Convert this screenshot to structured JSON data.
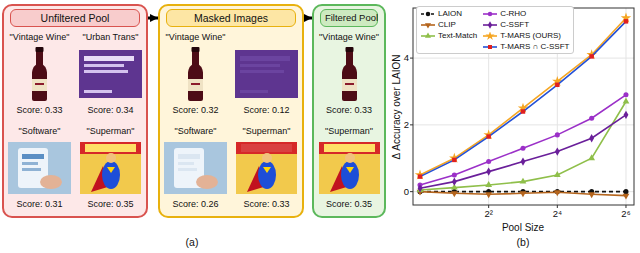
{
  "diagram": {
    "nodes": [
      {
        "text": [
          "Unfiltered Pool"
        ]
      },
      {
        "text": [
          "\"Vintage Wine\"",
          "Score: 0.33"
        ],
        "in": 0
      },
      {
        "text": [
          "\"Urban Trans\"",
          "Score: 0.34"
        ],
        "in": 0
      },
      {
        "text": [
          "\"Software\"",
          "Score: 0.31"
        ],
        "in": 0
      },
      {
        "text": [
          "\"Superman\"",
          "Score: 0.35"
        ],
        "in": 0
      },
      {
        "text": [
          "Masked Images"
        ]
      },
      {
        "text": [
          "\"Vintage Wine\"",
          "Score: 0.32"
        ],
        "in": 5
      },
      {
        "text": [
          "Score: 0.12"
        ],
        "in": 5
      },
      {
        "text": [
          "\"Software\"",
          "Score: 0.26"
        ],
        "in": 5
      },
      {
        "text": [
          "\"Superman\"",
          "Score: 0.33"
        ],
        "in": 5
      },
      {
        "text": [
          "Filtered Pool"
        ]
      },
      {
        "text": [
          "\"Vintage Wine\"",
          "Score: 0.33"
        ],
        "in": 10
      },
      {
        "text": [
          "\"Superman\"",
          "Score: 0.35"
        ],
        "in": 10
      }
    ],
    "edges": [
      {
        "from": 0,
        "to": 5,
        "arrow": "to"
      },
      {
        "from": 5,
        "to": 10,
        "arrow": "to"
      }
    ],
    "labels": [
      "(a)",
      "(b)",
      "0",
      "2",
      "4",
      "2²",
      "2⁴",
      "2⁶",
      "Pool Size",
      "Δ Accuracy over LAION"
    ],
    "legend": [
      {
        "text": "LAION"
      },
      {
        "text": "CLIP"
      },
      {
        "text": "Text-Match"
      },
      {
        "text": "C-RHO"
      },
      {
        "text": "C-SSFT"
      },
      {
        "text": "T-MARS (OURS)"
      },
      {
        "text": "T-MARS ∩ C-SSFT"
      }
    ]
  }
}
